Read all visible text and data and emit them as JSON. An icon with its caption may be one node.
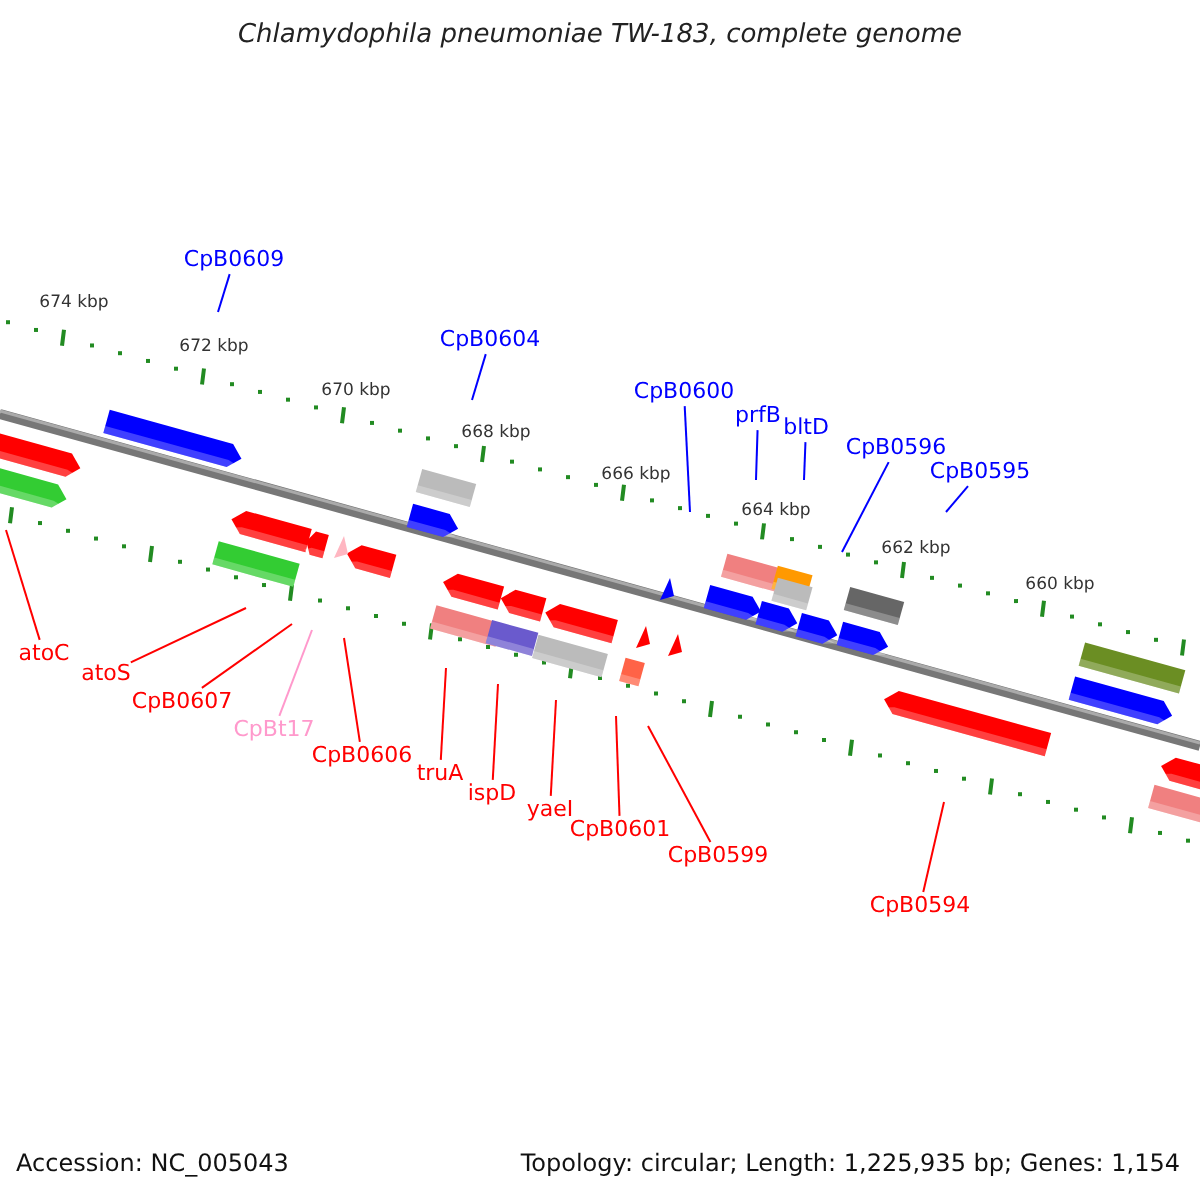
{
  "diagram": {
    "title": "Chlamydophila pneumoniae TW-183, complete genome",
    "nodes": [
      {
        "text": [
          "CpB0609"
        ]
      },
      {
        "text": [
          "CpB0604"
        ]
      },
      {
        "text": [
          "CpB0600"
        ]
      },
      {
        "text": [
          "prfB"
        ]
      },
      {
        "text": [
          "bltD"
        ]
      },
      {
        "text": [
          "CpB0596"
        ]
      },
      {
        "text": [
          "CpB0595"
        ]
      },
      {
        "text": [
          "atoC"
        ]
      },
      {
        "text": [
          "atoS"
        ]
      },
      {
        "text": [
          "CpB0607"
        ]
      },
      {
        "text": [
          "CpBt17"
        ]
      },
      {
        "text": [
          "CpB0606"
        ]
      },
      {
        "text": [
          "truA"
        ]
      },
      {
        "text": [
          "ispD"
        ]
      },
      {
        "text": [
          "yaeI"
        ]
      },
      {
        "text": [
          "CpB0601"
        ]
      },
      {
        "text": [
          "CpB0599"
        ]
      },
      {
        "text": [
          "CpB0594"
        ]
      }
    ],
    "edges": [
      {
        "from": 0,
        "to": null,
        "arrow": "none",
        "color": "#0000ff"
      },
      {
        "from": 1,
        "to": null,
        "arrow": "none",
        "color": "#0000ff"
      },
      {
        "from": 2,
        "to": null,
        "arrow": "none",
        "color": "#0000ff"
      },
      {
        "from": 3,
        "to": null,
        "arrow": "none",
        "color": "#0000ff"
      },
      {
        "from": 4,
        "to": null,
        "arrow": "none",
        "color": "#0000ff"
      },
      {
        "from": 5,
        "to": null,
        "arrow": "none",
        "color": "#0000ff"
      },
      {
        "from": 6,
        "to": null,
        "arrow": "none",
        "color": "#0000ff"
      },
      {
        "from": 7,
        "to": null,
        "arrow": "none"
      },
      {
        "from": 8,
        "to": null,
        "arrow": "none"
      },
      {
        "from": 9,
        "to": null,
        "arrow": "none"
      },
      {
        "from": 10,
        "to": null,
        "arrow": "none",
        "color": "#ff99cc"
      },
      {
        "from": 11,
        "to": null,
        "arrow": "none"
      },
      {
        "from": 12,
        "to": null,
        "arrow": "none"
      },
      {
        "from": 13,
        "to": null,
        "arrow": "none"
      },
      {
        "from": 14,
        "to": null,
        "arrow": "none"
      },
      {
        "from": 15,
        "to": null,
        "arrow": "none"
      },
      {
        "from": 16,
        "to": null,
        "arrow": "none"
      },
      {
        "from": 17,
        "to": null,
        "arrow": "none"
      }
    ],
    "labels": [
      "674 kbp",
      "672 kbp",
      "670 kbp",
      "668 kbp",
      "666 kbp",
      "664 kbp",
      "662 kbp",
      "660 kbp",
      "Accession: NC_005043",
      "Topology: circular; Length: 1,225,935 bp; Genes: 1,154"
    ]
  }
}
